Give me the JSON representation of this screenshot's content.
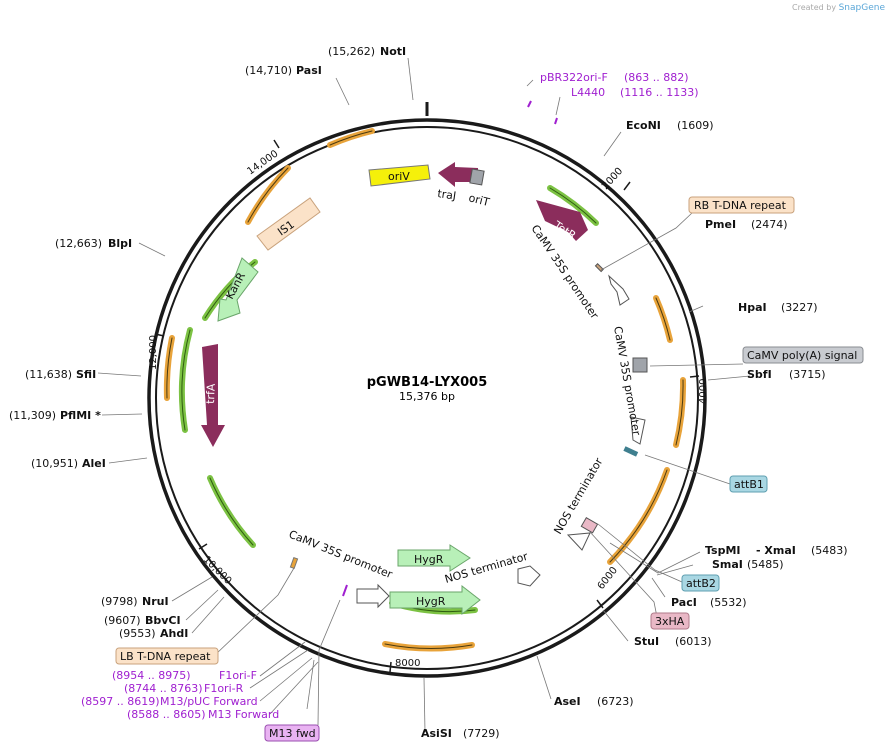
{
  "credit": {
    "prefix": "Created by",
    "brand": "SnapGene"
  },
  "plasmid": {
    "name": "pGWB14-LYX005",
    "length": "15,376 bp"
  },
  "sites": [
    {
      "pos": "(15,262)",
      "name": "NotI"
    },
    {
      "pos": "(14,710)",
      "name": "PasI"
    },
    {
      "pos": "(1609)",
      "name": "EcoNI"
    },
    {
      "pos": "(2474)",
      "name": "PmeI"
    },
    {
      "pos": "(3227)",
      "name": "HpaI"
    },
    {
      "pos": "(3715)",
      "name": "SbfI"
    },
    {
      "pos": "(5483)",
      "name": "TspMI",
      "name2": "- XmaI"
    },
    {
      "pos": "(5485)",
      "name": "SmaI"
    },
    {
      "pos": "(5532)",
      "name": "PacI"
    },
    {
      "pos": "(6013)",
      "name": "StuI"
    },
    {
      "pos": "(6723)",
      "name": "AseI"
    },
    {
      "pos": "(7729)",
      "name": "AsiSI"
    },
    {
      "pos": "(12,663)",
      "name": "BlpI"
    },
    {
      "pos": "(11,638)",
      "name": "SfiI"
    },
    {
      "pos": "(11,309)",
      "name": "PflMI *"
    },
    {
      "pos": "(10,951)",
      "name": "AleI"
    },
    {
      "pos": "(9798)",
      "name": "NruI"
    },
    {
      "pos": "(9607)",
      "name": "BbvCI"
    },
    {
      "pos": "(9553)",
      "name": "AhdI"
    }
  ],
  "primers": [
    {
      "name": "pBR322ori-F",
      "range": "(863 .. 882)"
    },
    {
      "name": "L4440",
      "range": "(1116 .. 1133)"
    },
    {
      "name": "F1ori-F",
      "range": "(8954 .. 8975)"
    },
    {
      "name": "F1ori-R",
      "range": "(8744 .. 8763)"
    },
    {
      "name": "M13/pUC Forward",
      "range": "(8597 .. 8619)"
    },
    {
      "name": "M13 Forward",
      "range": "(8588 .. 8605)"
    }
  ],
  "boxes": [
    {
      "text": "RB T-DNA repeat",
      "fill": "#fbe2c8",
      "stroke": "#c9a27c"
    },
    {
      "text": "CaMV poly(A) signal",
      "fill": "#c8cbd0",
      "stroke": "#8a8d92"
    },
    {
      "text": "attB1",
      "fill": "#a9d7e3",
      "stroke": "#5f9fb0"
    },
    {
      "text": "attB2",
      "fill": "#a9d7e3",
      "stroke": "#5f9fb0"
    },
    {
      "text": "3xHA",
      "fill": "#e9b8c6",
      "stroke": "#b07a8a"
    },
    {
      "text": "LB T-DNA repeat",
      "fill": "#fbe2c8",
      "stroke": "#c9a27c"
    },
    {
      "text": "M13 fwd",
      "fill": "#e9b3f2",
      "stroke": "#9a4fb0"
    }
  ],
  "features": {
    "oriV": "oriV",
    "IS1": "IS1",
    "KanR": "KanR",
    "trfA": "trfA",
    "traJ": "traJ",
    "oriT": "oriT",
    "TetR": "TetR",
    "camv1": "CaMV 35S promoter",
    "camv2": "CaMV 35S promoter",
    "camv3": "CaMV 35S promoter",
    "nos1": "NOS terminator",
    "nos2": "NOS terminator",
    "hygr1": "HygR",
    "hygr2": "HygR"
  },
  "ticks": [
    "2000",
    "4000",
    "6000",
    "8000",
    "10,000",
    "12,000",
    "14,000"
  ],
  "colors": {
    "backbone": "#1a1a1a",
    "orange_arrow": "#e8a33a",
    "green_arrow": "#7cc243",
    "trfA": "#8b2d5c",
    "primer": "#a020d0",
    "oriV": "#f5f00a"
  }
}
